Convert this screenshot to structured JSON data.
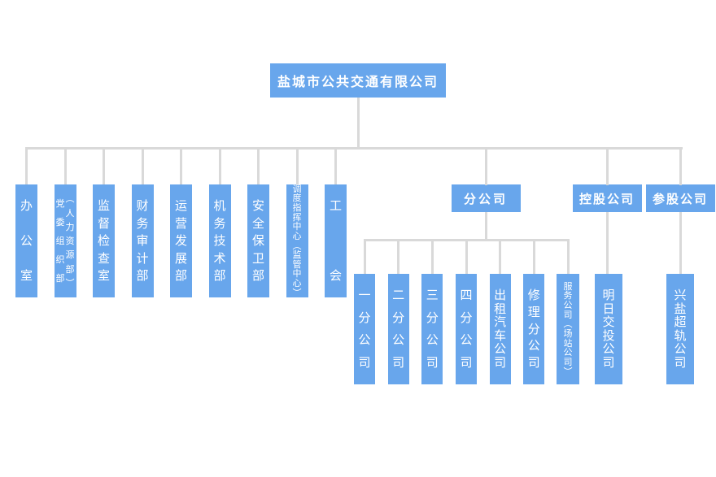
{
  "org": {
    "root": {
      "label": "盐城市公共交通有限公司"
    },
    "departments": [
      {
        "label": "办公室"
      },
      {
        "label": "党委组织部（人力资源部）",
        "columns": [
          "党委组织部",
          "（人力资源部）"
        ]
      },
      {
        "label": "监督检查室"
      },
      {
        "label": "财务审计部"
      },
      {
        "label": "运营发展部"
      },
      {
        "label": "机务技术部"
      },
      {
        "label": "安全保卫部"
      },
      {
        "label": "调度指挥中心（监管中心）",
        "small": true
      },
      {
        "label": "工会"
      }
    ],
    "branch_group": {
      "label": "分公司",
      "children": [
        {
          "label": "一分公司"
        },
        {
          "label": "二分公司"
        },
        {
          "label": "三分公司"
        },
        {
          "label": "四分公司"
        },
        {
          "label": "出租汽车公司"
        },
        {
          "label": "修理分公司"
        },
        {
          "label": "服务公司(场站公司)",
          "small": true
        }
      ]
    },
    "holding_group": {
      "label": "控股公司",
      "children": [
        {
          "label": "明日交投公司"
        }
      ]
    },
    "stake_group": {
      "label": "参股公司",
      "children": [
        {
          "label": "兴盐超轨公司"
        }
      ]
    },
    "colors": {
      "node_fill": "#68a6ec",
      "node_text": "#ffffff",
      "connector": "#d9d9d9",
      "background": "#ffffff"
    }
  }
}
